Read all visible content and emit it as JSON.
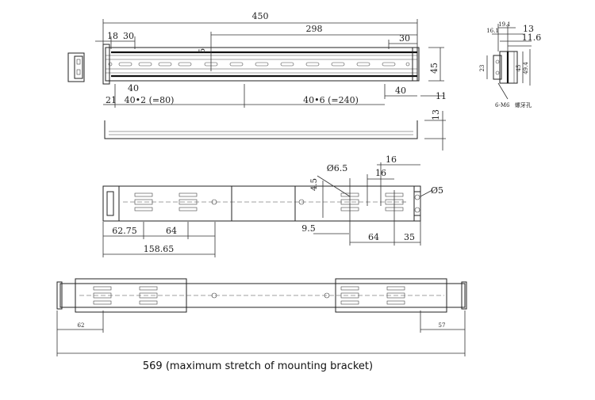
{
  "top_view": {
    "dims": {
      "overall": "450",
      "inner": "298",
      "start_a": "18",
      "start_b": "30",
      "end_30": "30",
      "small_5": "5",
      "height": "45",
      "lower_40": "40",
      "right_40": "40",
      "offset_21": "21",
      "pitch_left": "40•2 (=80)",
      "pitch_right": "40•6 (=240)",
      "right_11": "11"
    }
  },
  "side_view": {
    "dims": {
      "height_13": "13"
    }
  },
  "end_view": {
    "dims": {
      "d19": "19.1",
      "d16": "16.1",
      "d13": "13",
      "d116": "11.6",
      "d23": "23",
      "d45": "45",
      "d494": "49.4"
    },
    "note": "6-M6"
  },
  "detail_view": {
    "dims": {
      "hole": "Ø6.5",
      "slot": "Ø5",
      "h45": "4.5",
      "d16a": "16",
      "d16b": "16",
      "d9": "9.5",
      "d64r": "64",
      "d35": "35",
      "d6275": "62.75",
      "d64l": "64",
      "d15865": "158.65"
    }
  },
  "stretch_view": {
    "dims": {
      "left": "62",
      "right": "57"
    }
  },
  "caption": "569 (maximum stretch of mounting bracket)"
}
